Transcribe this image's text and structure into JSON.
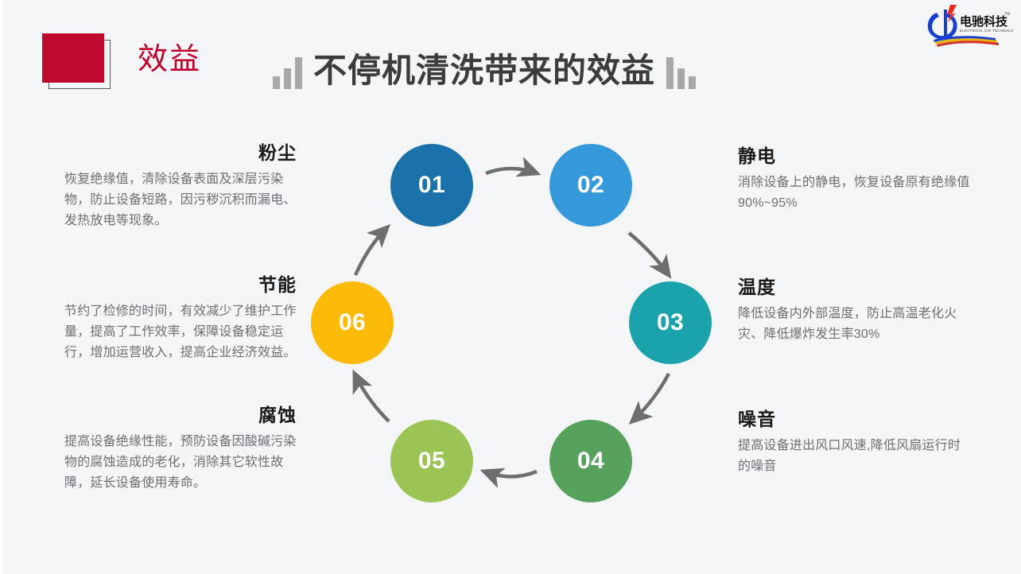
{
  "header": {
    "kicker": "效益",
    "title": "不停机清洗带来的效益",
    "accent_color": "#be0a2e",
    "title_color": "#3c3c3c",
    "bar_color": "#a6a8ab"
  },
  "logo": {
    "name_cn": "电驰科技",
    "name_en": "ELECTRICAL CHI TECHNOLOGY",
    "trademark": "TM"
  },
  "diagram": {
    "type": "cycle",
    "nodes": [
      {
        "number": "01",
        "color": "#1b72ab",
        "label": "粉尘"
      },
      {
        "number": "02",
        "color": "#3498db",
        "label": "静电"
      },
      {
        "number": "03",
        "color": "#1ba3ac",
        "label": "温度"
      },
      {
        "number": "04",
        "color": "#56a15b",
        "label": "噪音"
      },
      {
        "number": "05",
        "color": "#9cc455",
        "label": "腐蚀"
      },
      {
        "number": "06",
        "color": "#fbba07",
        "label": "节能"
      }
    ],
    "arrow_color": "#6e6e6e"
  },
  "blocks": {
    "dust": {
      "title": "粉尘",
      "body": "恢复绝缘值，清除设备表面及深层污染物，防止设备短路，因污秽沉积而漏电、发热放电等现象。"
    },
    "energy": {
      "title": "节能",
      "body": "节约了检修的时间，有效减少了维护工作量，提高了工作效率，保障设备稳定运行，增加运营收入，提高企业经济效益。"
    },
    "corrosion": {
      "title": "腐蚀",
      "body": "提高设备绝缘性能，预防设备因酸碱污染物的腐蚀造成的老化，消除其它软性故障，延长设备使用寿命。"
    },
    "static": {
      "title": "静电",
      "body": "消除设备上的静电，恢复设备原有绝缘值90%~95%"
    },
    "temperature": {
      "title": "温度",
      "body": "降低设备内外部温度，防止高温老化火灾、降低爆炸发生率30%"
    },
    "noise": {
      "title": "噪音",
      "body": "提高设备进出风口风速,降低风扇运行时的噪音"
    }
  }
}
